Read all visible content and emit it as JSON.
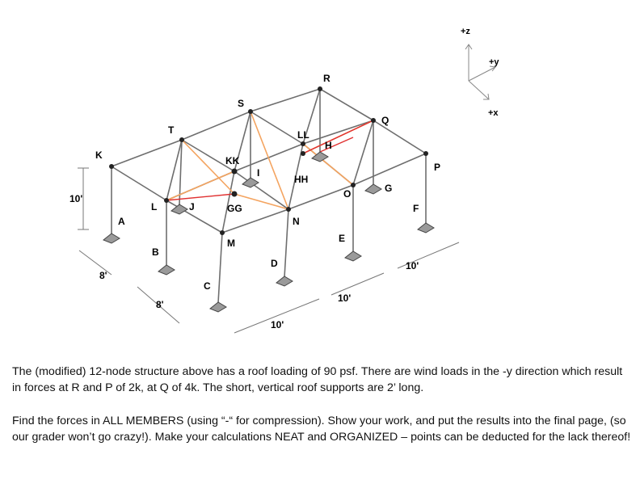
{
  "nodes": {
    "K": "K",
    "T": "T",
    "S": "S",
    "R": "R",
    "Q": "Q",
    "P": "P",
    "L": "L",
    "M": "M",
    "N": "N",
    "O": "O",
    "A": "A",
    "B": "B",
    "C": "C",
    "D": "D",
    "E": "E",
    "F": "F",
    "G": "G",
    "H": "H",
    "I": "I",
    "J": "J",
    "KK": "KK",
    "GG": "GG",
    "LL": "LL",
    "HH": "HH"
  },
  "dimensions": {
    "height": "10'",
    "left_8_a": "8'",
    "left_8_b": "8'",
    "bottom_10_a": "10'",
    "bottom_10_b": "10'",
    "bottom_10_c": "10'"
  },
  "axes": {
    "z": "+z",
    "y": "+y",
    "x": "+x"
  },
  "colors": {
    "member": "#6e6e6e",
    "orange": "#f4a460",
    "red": "#e03030",
    "node": "#111111",
    "support": "#8a8a8a"
  },
  "text": {
    "p1": "The (modified) 12-node structure above has a roof loading of 90 psf.  There are wind loads in the -y direction which result in forces at R and P of 2k, at Q of 4k.  The short, vertical roof supports are 2’ long.",
    "p2": "Find the forces in ALL MEMBERS (using “-“ for compression).  Show your work, and put the results into the final page, (so our grader won’t go crazy!).  Make your calculations NEAT and ORGANIZED – points can be deducted for the lack thereof!"
  }
}
